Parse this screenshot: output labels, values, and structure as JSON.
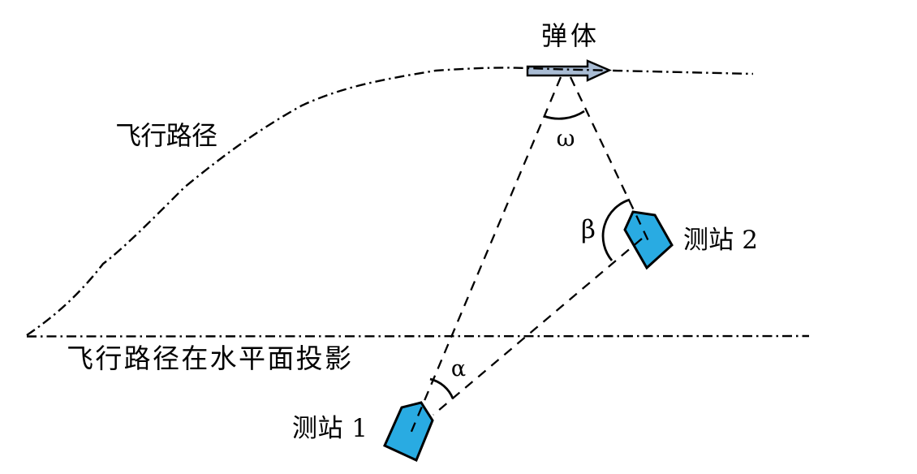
{
  "labels": {
    "projectile": "弹体",
    "flight_path": "飞行路径",
    "projection": "飞行路径在水平面投影",
    "station_1": "测站 1",
    "station_2": "测站 2"
  },
  "angles": {
    "omega": "ω",
    "beta": "β",
    "alpha": "α"
  },
  "colors": {
    "station_fill": "#29ABE2",
    "projectile_fill": "#A9BCD4",
    "line_stroke": "#000000",
    "background": "#FFFFFF"
  }
}
